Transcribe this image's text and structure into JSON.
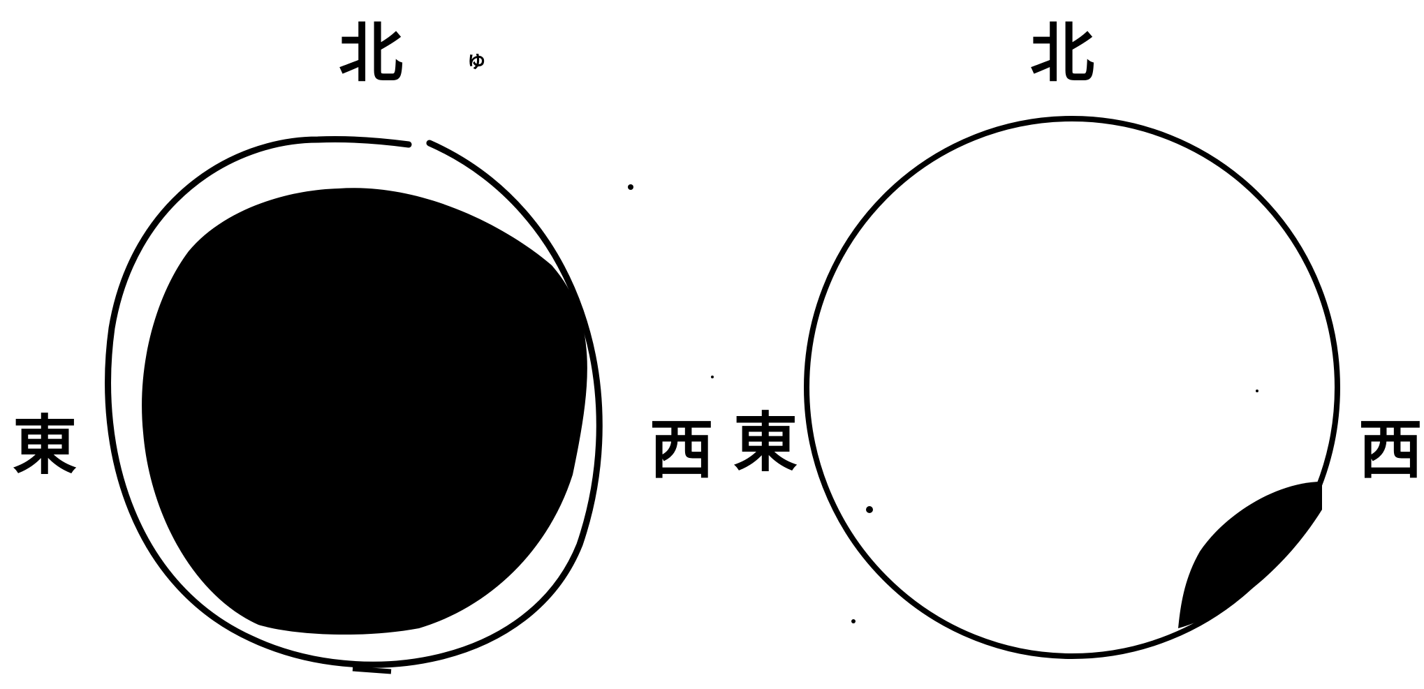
{
  "figures": [
    {
      "labels": {
        "north": "北",
        "mark": "ゅ",
        "east": "東",
        "west": "西"
      }
    },
    {
      "labels": {
        "north": "北",
        "east": "東",
        "west": "西"
      }
    }
  ]
}
